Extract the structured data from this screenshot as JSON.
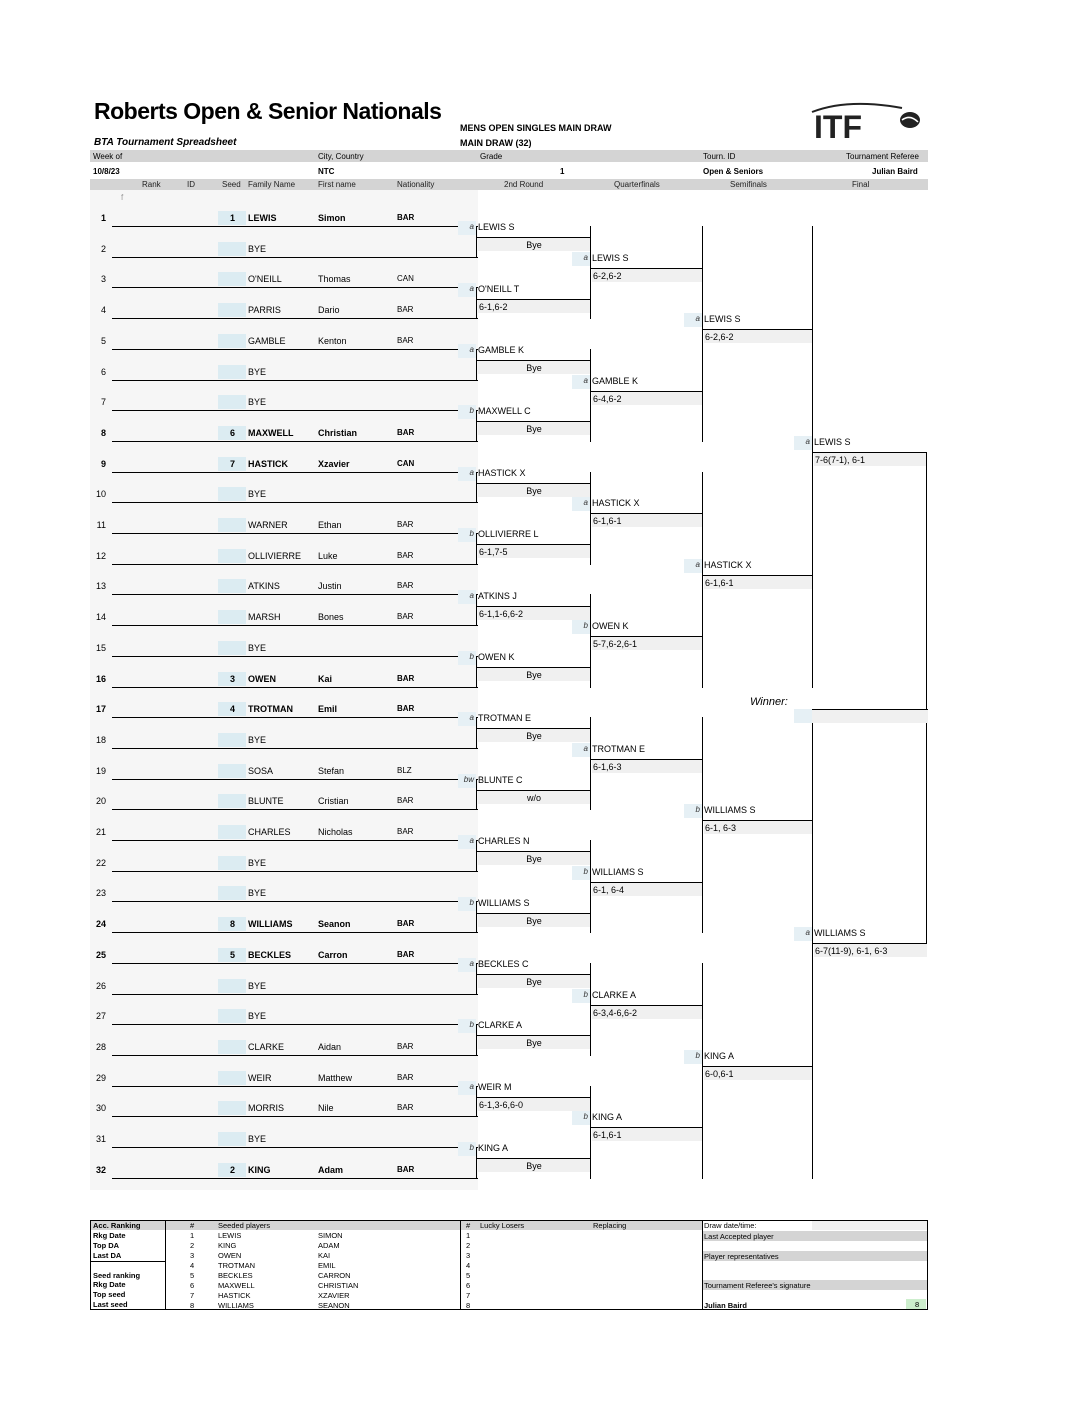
{
  "header": {
    "title": "Roberts Open & Senior Nationals",
    "subtitle": "BTA Tournament Spreadsheet",
    "event": "MENS OPEN SINGLES MAIN DRAW",
    "draw": "MAIN DRAW (32)",
    "logo": "ITF",
    "labels": {
      "week": "Week of",
      "city": "City, Country",
      "grade": "Grade",
      "tourn_id": "Tourn. ID",
      "referee": "Tournament Referee"
    },
    "values": {
      "week": "10/8/23",
      "city": "NTC",
      "grade": "1",
      "tourn_id": "Open & Seniors",
      "referee": "Julian Baird"
    }
  },
  "columns": {
    "rank": "Rank",
    "id": "ID",
    "seed": "Seed",
    "family": "Family Name",
    "first": "First name",
    "nat": "Nationality",
    "r2": "2nd Round",
    "qf": "Quarterfinals",
    "sf": "Semifinals",
    "f": "Final"
  },
  "small_mark": "f",
  "players": [
    {
      "n": "1",
      "seed": "1",
      "family": "LEWIS",
      "first": "Simon",
      "nat": "BAR"
    },
    {
      "n": "2",
      "seed": "",
      "family": "BYE",
      "first": "",
      "nat": ""
    },
    {
      "n": "3",
      "seed": "",
      "family": "O'NEILL",
      "first": "Thomas",
      "nat": "CAN"
    },
    {
      "n": "4",
      "seed": "",
      "family": "PARRIS",
      "first": "Dario",
      "nat": "BAR"
    },
    {
      "n": "5",
      "seed": "",
      "family": "GAMBLE",
      "first": "Kenton",
      "nat": "BAR"
    },
    {
      "n": "6",
      "seed": "",
      "family": "BYE",
      "first": "",
      "nat": ""
    },
    {
      "n": "7",
      "seed": "",
      "family": "BYE",
      "first": "",
      "nat": ""
    },
    {
      "n": "8",
      "seed": "6",
      "family": "MAXWELL",
      "first": "Christian",
      "nat": "BAR"
    },
    {
      "n": "9",
      "seed": "7",
      "family": "HASTICK",
      "first": "Xzavier",
      "nat": "CAN"
    },
    {
      "n": "10",
      "seed": "",
      "family": "BYE",
      "first": "",
      "nat": ""
    },
    {
      "n": "11",
      "seed": "",
      "family": "WARNER",
      "first": "Ethan",
      "nat": "BAR"
    },
    {
      "n": "12",
      "seed": "",
      "family": "OLLIVIERRE",
      "first": "Luke",
      "nat": "BAR"
    },
    {
      "n": "13",
      "seed": "",
      "family": "ATKINS",
      "first": "Justin",
      "nat": "BAR"
    },
    {
      "n": "14",
      "seed": "",
      "family": "MARSH",
      "first": "Bones",
      "nat": "BAR"
    },
    {
      "n": "15",
      "seed": "",
      "family": "BYE",
      "first": "",
      "nat": ""
    },
    {
      "n": "16",
      "seed": "3",
      "family": "OWEN",
      "first": "Kai",
      "nat": "BAR"
    },
    {
      "n": "17",
      "seed": "4",
      "family": "TROTMAN",
      "first": "Emil",
      "nat": "BAR"
    },
    {
      "n": "18",
      "seed": "",
      "family": "BYE",
      "first": "",
      "nat": ""
    },
    {
      "n": "19",
      "seed": "",
      "family": "SOSA",
      "first": "Stefan",
      "nat": "BLZ"
    },
    {
      "n": "20",
      "seed": "",
      "family": "BLUNTE",
      "first": "Cristian",
      "nat": "BAR"
    },
    {
      "n": "21",
      "seed": "",
      "family": "CHARLES",
      "first": "Nicholas",
      "nat": "BAR"
    },
    {
      "n": "22",
      "seed": "",
      "family": "BYE",
      "first": "",
      "nat": ""
    },
    {
      "n": "23",
      "seed": "",
      "family": "BYE",
      "first": "",
      "nat": ""
    },
    {
      "n": "24",
      "seed": "8",
      "family": "WILLIAMS",
      "first": "Seanon",
      "nat": "BAR"
    },
    {
      "n": "25",
      "seed": "5",
      "family": "BECKLES",
      "first": "Carron",
      "nat": "BAR"
    },
    {
      "n": "26",
      "seed": "",
      "family": "BYE",
      "first": "",
      "nat": ""
    },
    {
      "n": "27",
      "seed": "",
      "family": "BYE",
      "first": "",
      "nat": ""
    },
    {
      "n": "28",
      "seed": "",
      "family": "CLARKE",
      "first": "Aidan",
      "nat": "BAR"
    },
    {
      "n": "29",
      "seed": "",
      "family": "WEIR",
      "first": "Matthew",
      "nat": "BAR"
    },
    {
      "n": "30",
      "seed": "",
      "family": "MORRIS",
      "first": "Nile",
      "nat": "BAR"
    },
    {
      "n": "31",
      "seed": "",
      "family": "BYE",
      "first": "",
      "nat": ""
    },
    {
      "n": "32",
      "seed": "2",
      "family": "KING",
      "first": "Adam",
      "nat": "BAR"
    }
  ],
  "round2": [
    {
      "code": "a",
      "name": "LEWIS S",
      "score": "Bye"
    },
    {
      "code": "a",
      "name": "O'NEILL T",
      "score": "6-1,6-2"
    },
    {
      "code": "a",
      "name": "GAMBLE K",
      "score": "Bye"
    },
    {
      "code": "b",
      "name": "MAXWELL C",
      "score": "Bye"
    },
    {
      "code": "a",
      "name": "HASTICK X",
      "score": "Bye"
    },
    {
      "code": "b",
      "name": "OLLIVIERRE L",
      "score": "6-1,7-5"
    },
    {
      "code": "a",
      "name": "ATKINS J",
      "score": "6-1,1-6,6-2"
    },
    {
      "code": "b",
      "name": "OWEN K",
      "score": "Bye"
    },
    {
      "code": "a",
      "name": "TROTMAN E",
      "score": "Bye"
    },
    {
      "code": "bw",
      "name": "BLUNTE C",
      "score": "w/o"
    },
    {
      "code": "a",
      "name": "CHARLES N",
      "score": "Bye"
    },
    {
      "code": "b",
      "name": "WILLIAMS S",
      "score": "Bye"
    },
    {
      "code": "a",
      "name": "BECKLES C",
      "score": "Bye"
    },
    {
      "code": "b",
      "name": "CLARKE A",
      "score": "Bye"
    },
    {
      "code": "a",
      "name": "WEIR M",
      "score": "6-1,3-6,6-0"
    },
    {
      "code": "b",
      "name": "KING A",
      "score": "Bye"
    }
  ],
  "qf": [
    {
      "code": "a",
      "name": "LEWIS S",
      "score": "6-2,6-2"
    },
    {
      "code": "a",
      "name": "GAMBLE K",
      "score": "6-4,6-2"
    },
    {
      "code": "a",
      "name": "HASTICK X",
      "score": "6-1,6-1"
    },
    {
      "code": "b",
      "name": "OWEN K",
      "score": "5-7,6-2,6-1"
    },
    {
      "code": "a",
      "name": "TROTMAN E",
      "score": "6-1,6-3"
    },
    {
      "code": "b",
      "name": "WILLIAMS S",
      "score": "6-1, 6-4"
    },
    {
      "code": "b",
      "name": "CLARKE A",
      "score": "6-3,4-6,6-2"
    },
    {
      "code": "b",
      "name": "KING A",
      "score": "6-1,6-1"
    }
  ],
  "sf": [
    {
      "code": "a",
      "name": "LEWIS S",
      "score": "6-2,6-2"
    },
    {
      "code": "a",
      "name": "HASTICK X",
      "score": "6-1,6-1"
    },
    {
      "code": "b",
      "name": "WILLIAMS S",
      "score": "6-1, 6-3"
    },
    {
      "code": "b",
      "name": "KING A",
      "score": "6-0,6-1"
    }
  ],
  "final": [
    {
      "code": "a",
      "name": "LEWIS S",
      "score": "7-6(7-1), 6-1"
    },
    {
      "code": "a",
      "name": "WILLIAMS S",
      "score": "6-7(11-9), 6-1, 6-3"
    }
  ],
  "winner_label": "Winner:",
  "footer": {
    "acc_ranking": "Acc. Ranking",
    "left_labels": [
      "Rkg Date",
      "Top DA",
      "Last DA",
      "Seed ranking",
      "Rkg Date",
      "Top seed",
      "Last seed"
    ],
    "seed_hd": "#",
    "seeded_hd": "Seeded players",
    "seeds": [
      {
        "n": "1",
        "family": "LEWIS",
        "first": "SIMON"
      },
      {
        "n": "2",
        "family": "KING",
        "first": "ADAM"
      },
      {
        "n": "3",
        "family": "OWEN",
        "first": "KAI"
      },
      {
        "n": "4",
        "family": "TROTMAN",
        "first": "EMIL"
      },
      {
        "n": "5",
        "family": "BECKLES",
        "first": "CARRON"
      },
      {
        "n": "6",
        "family": "MAXWELL",
        "first": "CHRISTIAN"
      },
      {
        "n": "7",
        "family": "HASTICK",
        "first": "XZAVIER"
      },
      {
        "n": "8",
        "family": "WILLIAMS",
        "first": "SEANON"
      }
    ],
    "ll_hd": "#",
    "lucky_hd": "Lucky Losers",
    "replacing_hd": "Replacing",
    "ll_nums": [
      "1",
      "2",
      "3",
      "4",
      "5",
      "6",
      "7",
      "8"
    ],
    "draw_date": "Draw date/time:",
    "last_accepted": "Last Accepted player",
    "player_reps": "Player representatives",
    "ref_signature": "Tournament Referee's signature",
    "ref_name": "Julian Baird",
    "page_num": "8"
  }
}
